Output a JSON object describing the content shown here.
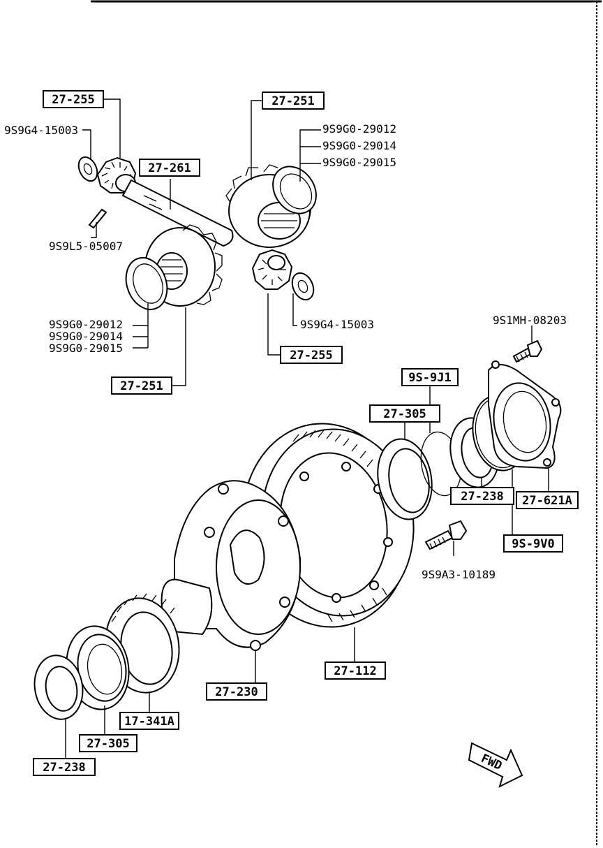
{
  "callouts": {
    "boxed_27_255_top": "27-255",
    "boxed_27_261": "27-261",
    "boxed_27_251_top": "27-251",
    "boxed_27_251_left": "27-251",
    "boxed_27_255_bottom": "27-255",
    "boxed_9s_9j1": "9S-9J1",
    "boxed_27_305_right": "27-305",
    "boxed_27_238_right": "27-238",
    "boxed_27_621a": "27-621A",
    "boxed_9s_9v0": "9S-9V0",
    "boxed_27_112": "27-112",
    "boxed_27_230": "27-230",
    "boxed_17_341a": "17-341A",
    "boxed_27_305_left": "27-305",
    "boxed_27_238_left": "27-238"
  },
  "part_numbers": {
    "washer_top_left": "9S9G4-15003",
    "pin": "9S9L5-05007",
    "shim_top_1": "9S9G0-29012",
    "shim_top_2": "9S9G0-29014",
    "shim_top_3": "9S9G0-29015",
    "shim_left_1": "9S9G0-29012",
    "shim_left_2": "9S9G0-29014",
    "shim_left_3": "9S9G0-29015",
    "washer_bottom": "9S9G4-15003",
    "bolt_top_right": "9S1MH-08203",
    "bolt_ring_gear": "9S9A3-10189"
  },
  "direction_label": "FWD"
}
